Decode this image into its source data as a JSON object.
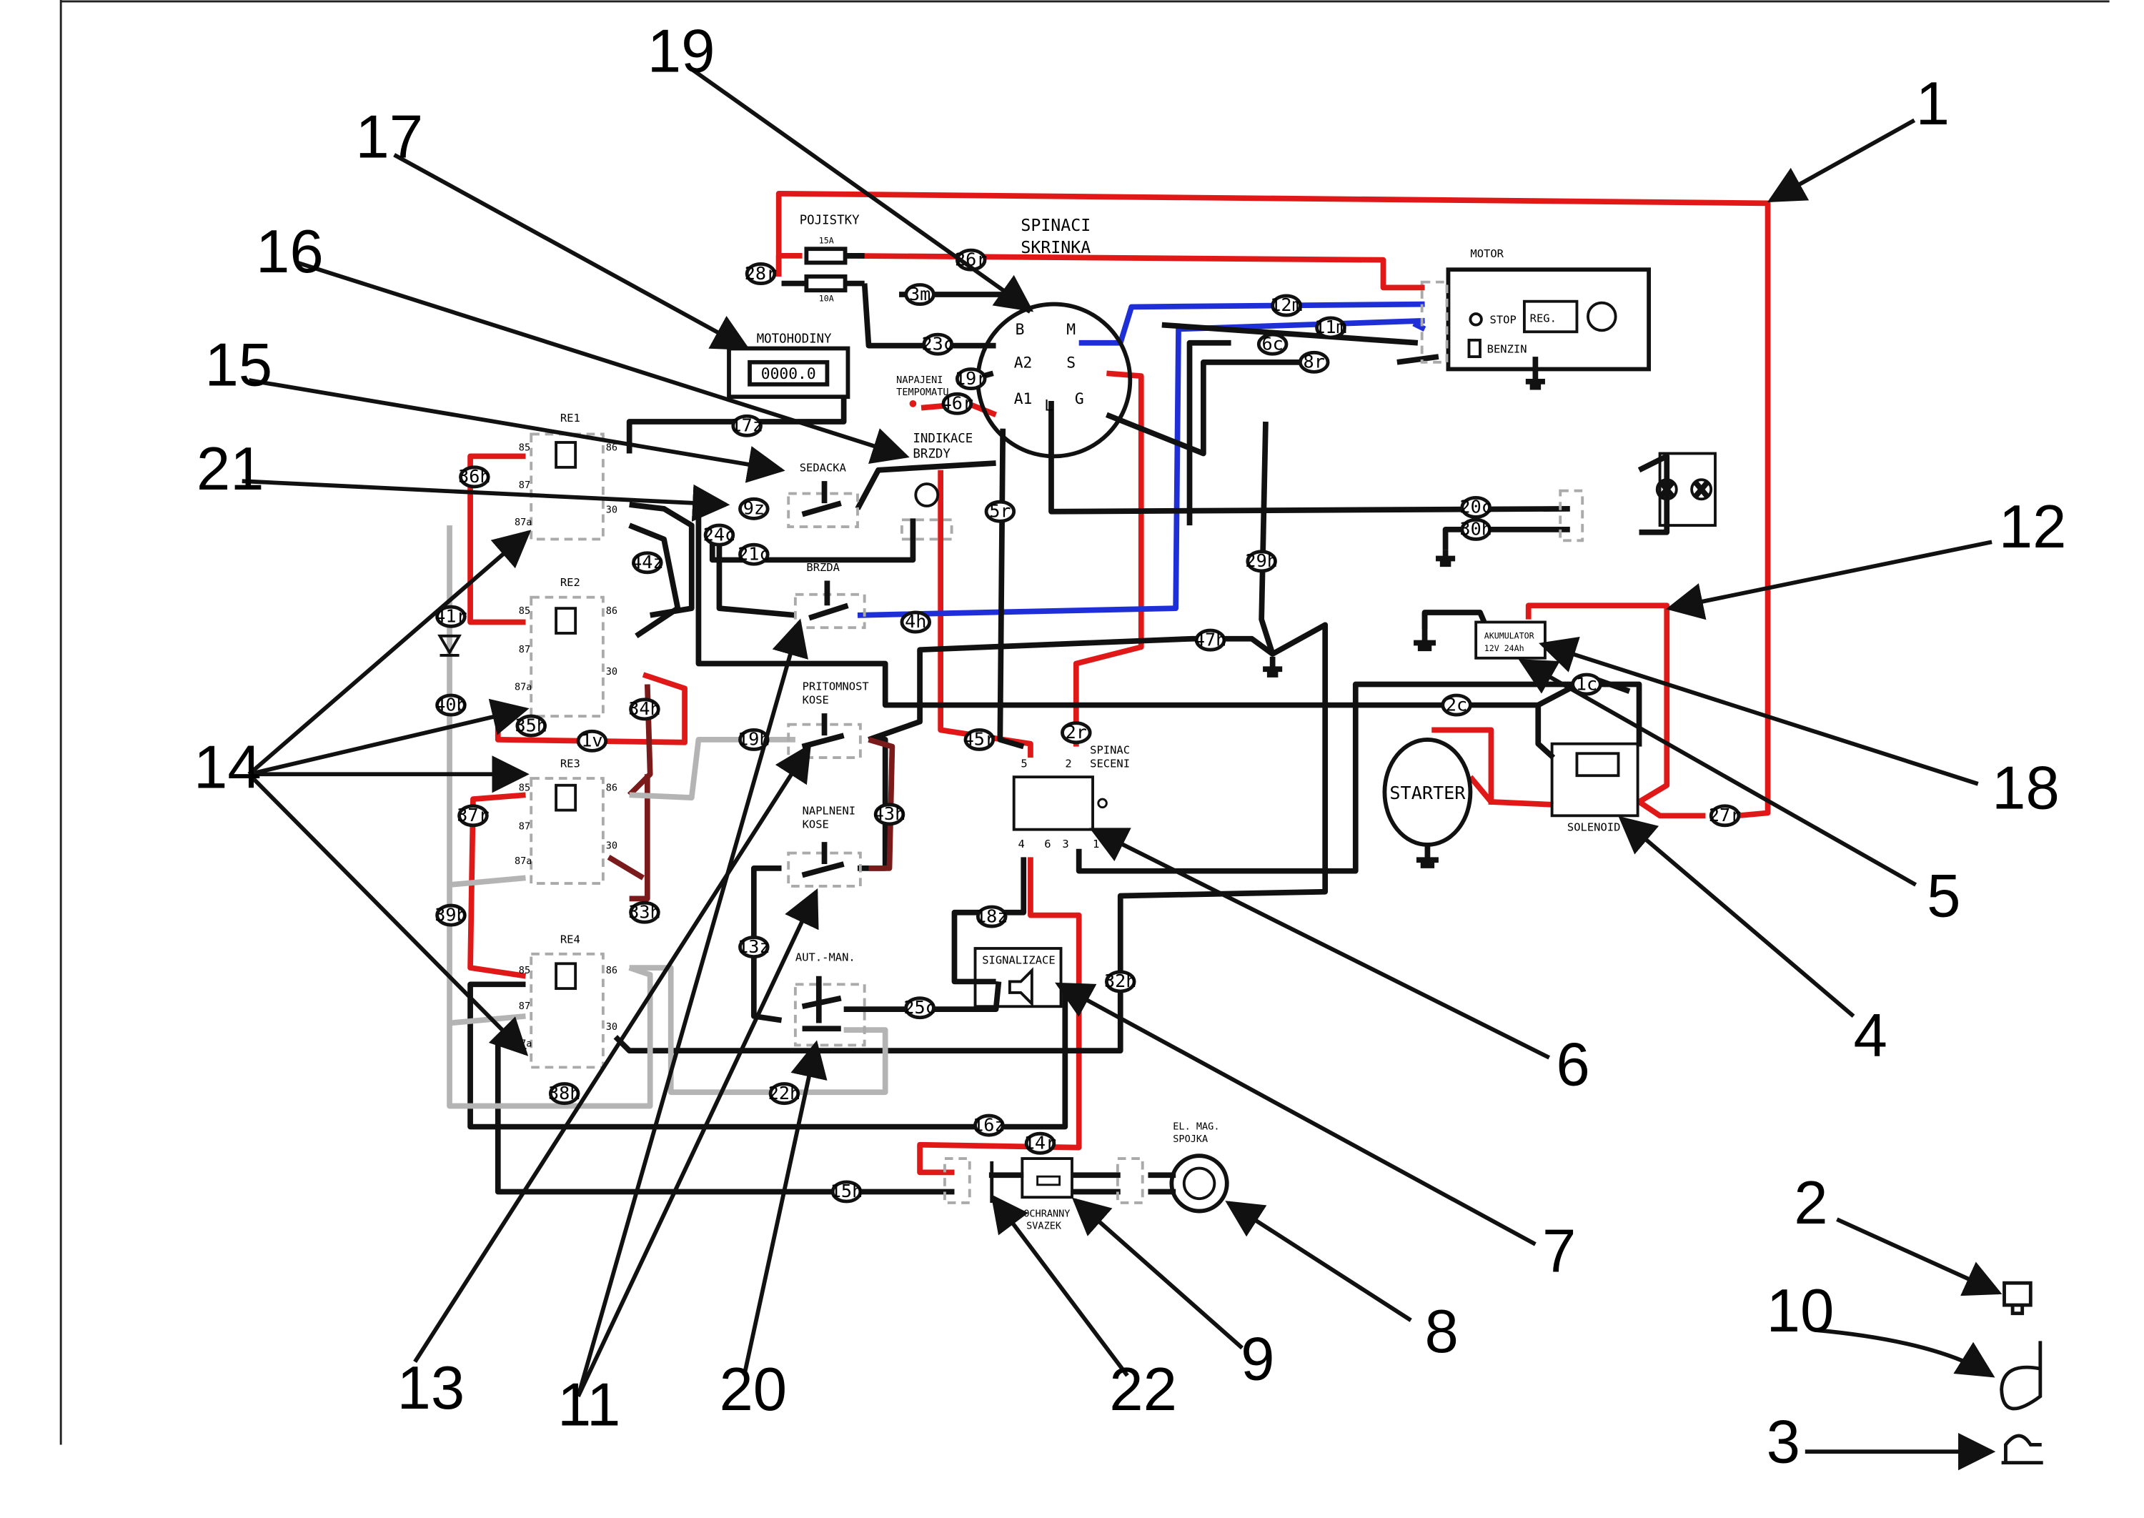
{
  "components": {
    "spinaci_skrinka": {
      "title_1": "SPINACI",
      "title_2": "SKRINKA",
      "terminals": [
        "B",
        "M",
        "A2",
        "S",
        "A1",
        "L",
        "G"
      ]
    },
    "pojistky": {
      "title": "POJISTKY",
      "fuse_1": "15A",
      "fuse_2": "10A"
    },
    "motohodiny": {
      "title": "MOTOHODINY",
      "display": "0000.0"
    },
    "motor": {
      "title": "MOTOR",
      "stop": "STOP",
      "reg": "REG.",
      "benzin": "BENZIN"
    },
    "napajeni": {
      "line_1": "NAPAJENI",
      "line_2": "TEMPOMATU"
    },
    "indikace": {
      "line_1": "INDIKACE",
      "line_2": "BRZDY"
    },
    "sedacka": "SEDACKA",
    "brzda": "BRZDA",
    "pritomnost": {
      "line_1": "PRITOMNOST",
      "line_2": "KOSE"
    },
    "naplneni": {
      "line_1": "NAPLNENI",
      "line_2": "KOSE"
    },
    "aut_man": "AUT.-MAN.",
    "signalizace": "SIGNALIZACE",
    "spinac_seceni": {
      "line_1": "SPINAC",
      "line_2": "SECENI",
      "pins": [
        "5",
        "2",
        "4",
        "6",
        "3",
        "1"
      ]
    },
    "starter": "STARTER",
    "solenoid": "SOLENOID",
    "akumulator": {
      "line_1": "AKUMULATOR",
      "line_2": "12V 24Ah"
    },
    "spojka": {
      "line_1": "EL. MAG.",
      "line_2": "SPOJKA"
    },
    "svazek": {
      "line_1": "OCHRANNY",
      "line_2": "SVAZEK"
    },
    "relays": [
      {
        "name": "RE1",
        "pins": [
          "85",
          "87",
          "87a",
          "86",
          "30"
        ]
      },
      {
        "name": "RE2",
        "pins": [
          "85",
          "87",
          "87a",
          "86",
          "30"
        ]
      },
      {
        "name": "RE3",
        "pins": [
          "85",
          "87",
          "87a",
          "86",
          "30"
        ]
      },
      {
        "name": "RE4",
        "pins": [
          "85",
          "87",
          "87a",
          "86",
          "30"
        ]
      }
    ]
  },
  "wire_tags": {
    "t28r": "28r",
    "t26r": "26r",
    "t3m": "3m",
    "t23c": "23c",
    "t19r": "19r",
    "t46r": "46r",
    "t12m": "12m",
    "t11m": "11m",
    "t6c": "6c",
    "t8r": "8r",
    "t17z": "17z",
    "t36h": "36h",
    "t9z": "9z",
    "t24c": "24c",
    "t5r": "5r",
    "t44z": "44z",
    "t21c": "21c",
    "t20c": "20c",
    "t30h": "30h",
    "t29h": "29h",
    "t4h": "4h",
    "t47h": "47h",
    "t41r": "41r",
    "t1v": "1v",
    "t35h": "35h",
    "t34h": "34h",
    "t40b": "40b",
    "t19h": "19h",
    "t45r": "45r",
    "t2r": "2r",
    "t1c": "1c",
    "t2c": "2c",
    "t37r": "37r",
    "t43h": "43h",
    "t39b": "39b",
    "t33h": "33h",
    "t27r": "27r",
    "t13z": "13z",
    "t18z": "18z",
    "t25c": "25c",
    "t32h": "32h",
    "t38h": "38h",
    "t22h": "22h",
    "t16z": "16z",
    "t14r": "14r",
    "t15h": "15h"
  },
  "callouts": [
    "1",
    "2",
    "3",
    "4",
    "5",
    "6",
    "7",
    "8",
    "9",
    "10",
    "11",
    "12",
    "13",
    "14",
    "15",
    "16",
    "17",
    "18",
    "19",
    "20",
    "21",
    "22"
  ]
}
